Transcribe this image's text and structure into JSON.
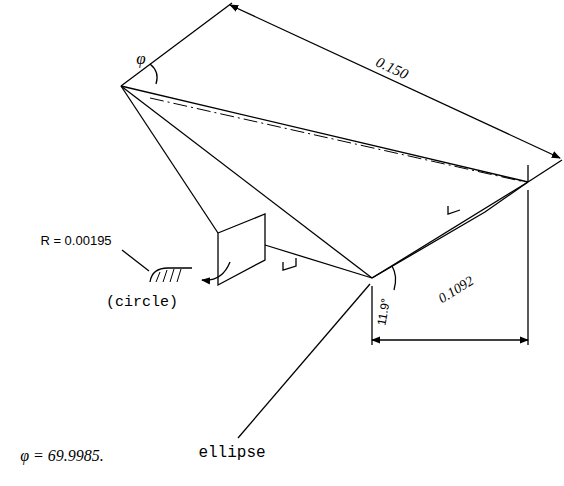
{
  "diagram": {
    "labels": [
      "φ",
      "0.150",
      "R = 0.00195",
      "(circle)",
      "11.9°",
      "0.1092",
      "φ = 69.9985.",
      "ellipse"
    ]
  }
}
